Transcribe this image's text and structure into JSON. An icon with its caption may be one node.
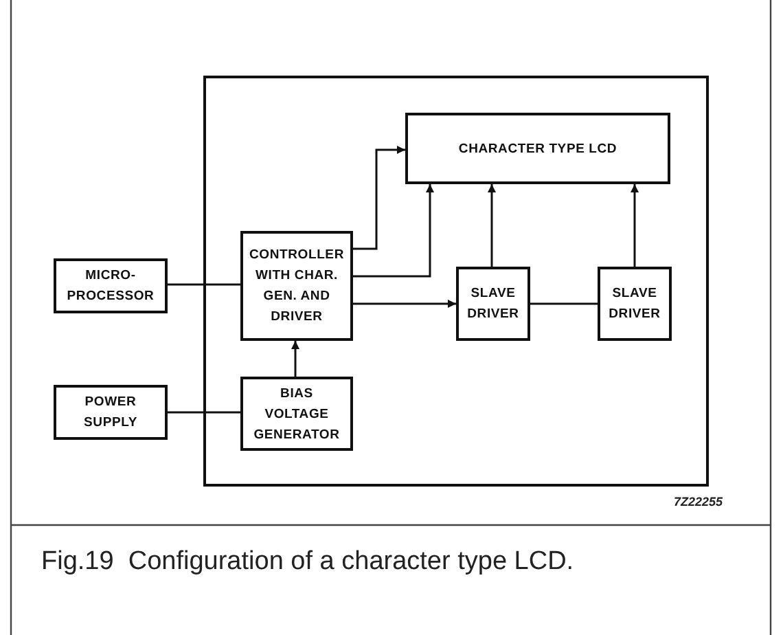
{
  "diagram": {
    "caption": "Fig.19  Configuration of a character type LCD.",
    "nodes": [
      {
        "text": [],
        "shape": "box"
      },
      {
        "text": [
          "CHARACTER TYPE LCD"
        ],
        "in": 0
      },
      {
        "text": [
          "MICRO- PROCESSOR"
        ]
      },
      {
        "text": [
          "CONTROLLER WITH CHAR. GEN. AND DRIVER"
        ],
        "in": 0
      },
      {
        "text": [
          "SLAVE DRIVER"
        ],
        "in": 0
      },
      {
        "text": [
          "SLAVE DRIVER"
        ],
        "in": 0
      },
      {
        "text": [
          "POWER SUPPLY"
        ]
      },
      {
        "text": [
          "BIAS VOLTAGE GENERATOR"
        ],
        "in": 0
      }
    ],
    "edges": [
      {
        "from": 2,
        "to": 3,
        "arrow": "none"
      },
      {
        "from": 6,
        "to": 7,
        "arrow": "none"
      },
      {
        "from": 3,
        "to": 1,
        "arrow": "to"
      },
      {
        "from": 3,
        "to": 1,
        "arrow": "to"
      },
      {
        "from": 3,
        "to": 4,
        "arrow": "to"
      },
      {
        "from": 4,
        "to": 1,
        "arrow": "to"
      },
      {
        "from": 5,
        "to": 1,
        "arrow": "to"
      },
      {
        "from": 4,
        "to": 5,
        "arrow": "none"
      },
      {
        "from": 7,
        "to": 3,
        "arrow": "to"
      }
    ],
    "labels": [
      "7Z22255"
    ]
  }
}
